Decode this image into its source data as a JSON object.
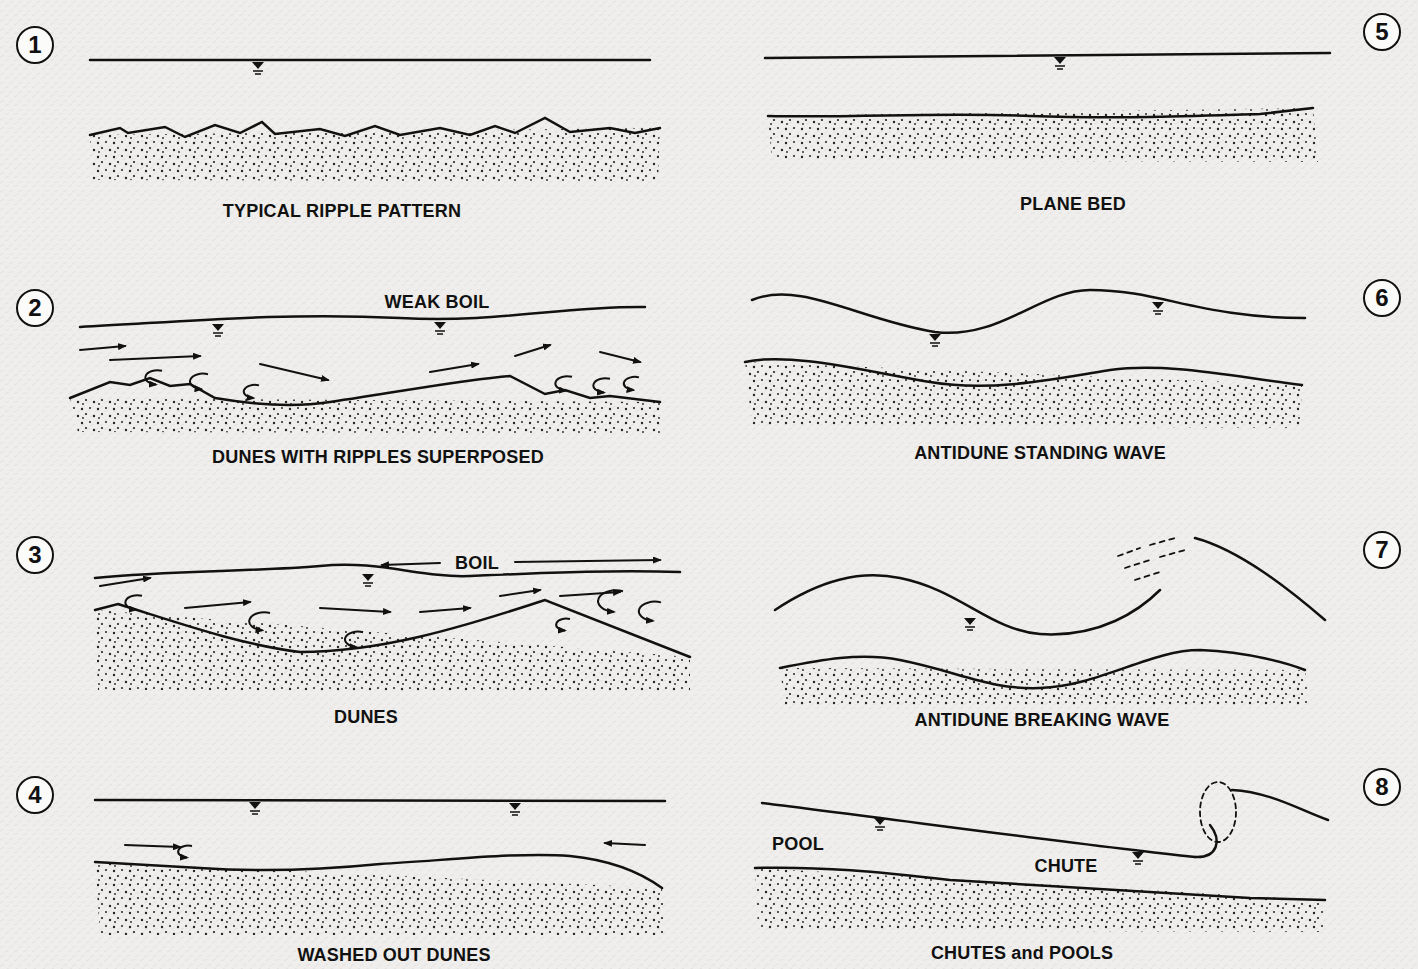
{
  "diagram": {
    "nodes": [
      {
        "text": [
          "1"
        ]
      },
      {
        "text": [
          "5"
        ]
      },
      {
        "text": [
          "2"
        ]
      },
      {
        "text": [
          "6"
        ]
      },
      {
        "text": [
          "3"
        ]
      },
      {
        "text": [
          "7"
        ]
      },
      {
        "text": [
          "4"
        ]
      },
      {
        "text": [
          "8"
        ]
      }
    ],
    "labels": [
      "TYPICAL RIPPLE PATTERN",
      "PLANE BED",
      "WEAK BOIL",
      "DUNES WITH RIPPLES SUPERPOSED",
      "ANTIDUNE STANDING WAVE",
      "BOIL",
      "DUNES",
      "ANTIDUNE BREAKING WAVE",
      "WASHED OUT DUNES",
      "POOL",
      "CHUTE",
      "CHUTES and POOLS"
    ]
  }
}
